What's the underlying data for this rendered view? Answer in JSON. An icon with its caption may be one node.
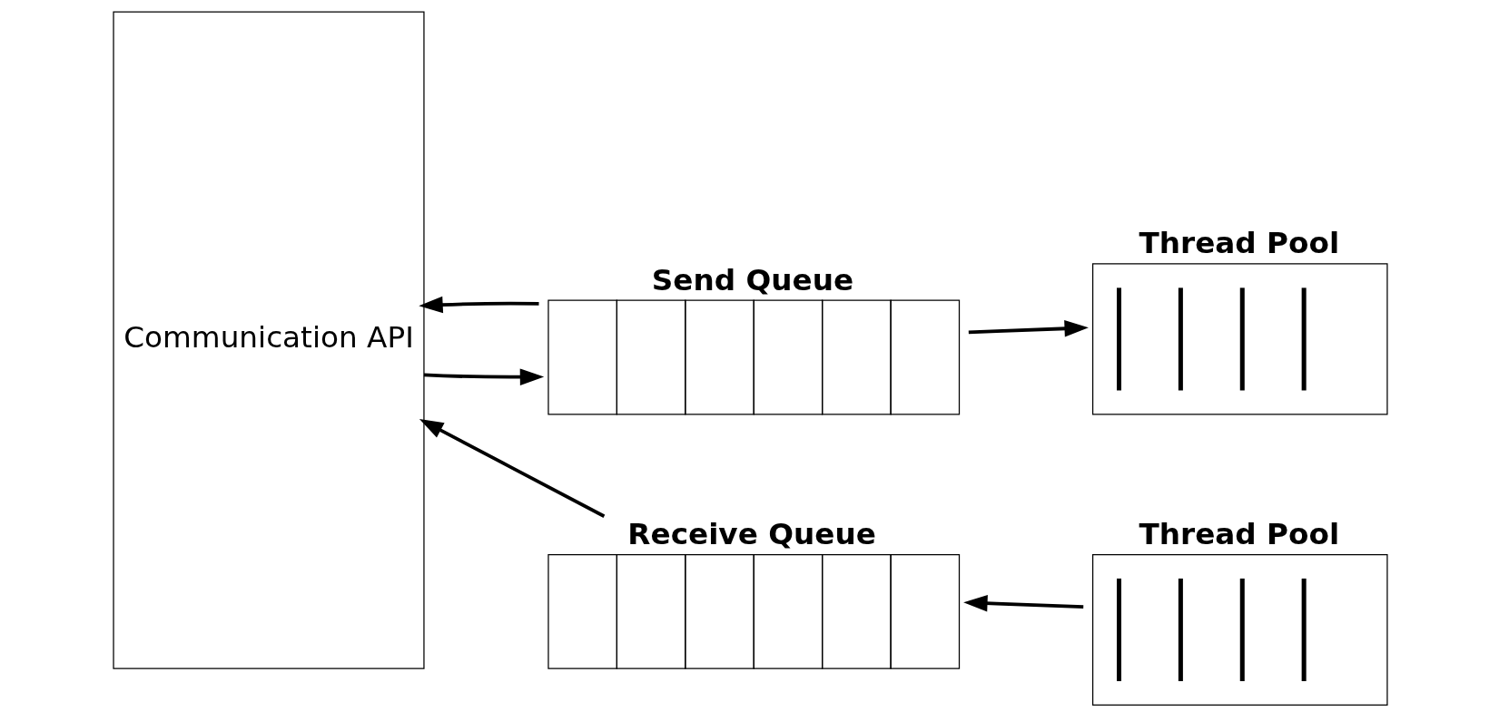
{
  "diagram": {
    "nodes": [
      {
        "text": [
          "Communication API"
        ]
      },
      {
        "text": [
          "Send Queue"
        ]
      },
      {
        "text": [
          "Thread Pool"
        ]
      },
      {
        "text": [
          "Receive Queue"
        ]
      },
      {
        "text": [
          "Thread Pool"
        ]
      }
    ],
    "edges": [
      {
        "from": 0,
        "to": 1,
        "arrow": "to"
      },
      {
        "from": 1,
        "to": 0,
        "arrow": "to"
      },
      {
        "from": 1,
        "to": 2,
        "arrow": "to"
      },
      {
        "from": 3,
        "to": 0,
        "arrow": "to"
      },
      {
        "from": 4,
        "to": 3,
        "arrow": "to"
      }
    ]
  }
}
